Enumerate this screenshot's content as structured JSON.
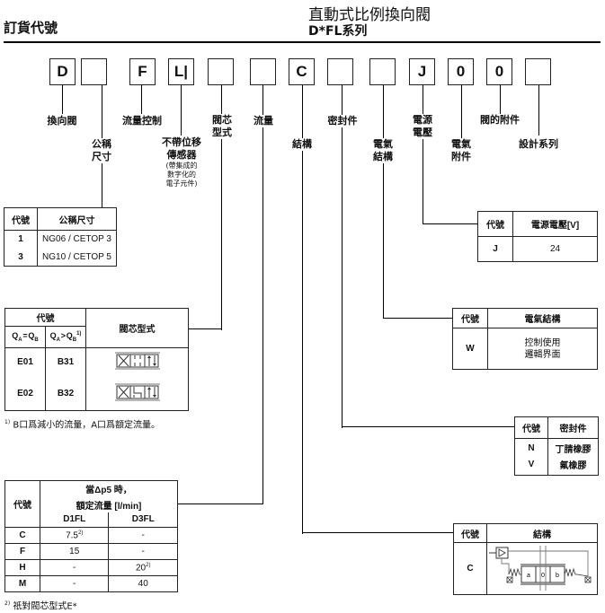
{
  "header": {
    "section_title": "訂貨代號",
    "product_title": "直動式比例換向閥",
    "series": "D*FL系列"
  },
  "code_boxes": [
    "D",
    "",
    "F",
    "L|",
    "",
    "",
    "C",
    "",
    "",
    "J",
    "0",
    "0",
    ""
  ],
  "labels": {
    "directional_valve": "換向閥",
    "nominal_size": [
      "公稱",
      "尺寸"
    ],
    "flow_control": "流量控制",
    "no_position_sensor": [
      "不帶位移",
      "傳感器"
    ],
    "no_position_sensor_note": [
      "(帶集成的",
      "數字化的",
      "電子元件)"
    ],
    "spool_type": [
      "閥芯",
      "型式"
    ],
    "flow": "流量",
    "construction": "結構",
    "seals": "密封件",
    "electrical_design": [
      "電氣",
      "結構"
    ],
    "supply_voltage": [
      "電源",
      "電壓"
    ],
    "electrical_accessories": [
      "電氣",
      "附件"
    ],
    "valve_accessories": "閥的附件",
    "design_series": "設計系列"
  },
  "size_table": {
    "headers": [
      "代號",
      "公稱尺寸"
    ],
    "rows": [
      [
        "1",
        "NG06 / CETOP 3"
      ],
      [
        "3",
        "NG10 / CETOP 5"
      ]
    ]
  },
  "voltage_table": {
    "headers": [
      "代號",
      "電源電壓[V]"
    ],
    "rows": [
      [
        "J",
        "24"
      ]
    ]
  },
  "spool_table": {
    "header_code": "代號",
    "header_symmetric": "QA = QB",
    "header_asymmetric": "QA > QB",
    "header_asymmetric_note": "1)",
    "header_spool": "閥芯型式",
    "rows": [
      {
        "sym": "E01",
        "asym": "B31",
        "symbol": "spool-symbol-e01"
      },
      {
        "sym": "E02",
        "asym": "B32",
        "symbol": "spool-symbol-e02"
      }
    ],
    "footnote_mark": "1)",
    "footnote": "B口爲減小的流量，A口爲額定流量。"
  },
  "electrical_table": {
    "headers": [
      "代號",
      "電氣結構"
    ],
    "rows": [
      [
        "W",
        "控制使用",
        "邏輯界面"
      ]
    ]
  },
  "seal_table": {
    "headers": [
      "代號",
      "密封件"
    ],
    "rows": [
      [
        "N",
        "丁腈橡膠"
      ],
      [
        "V",
        "氟橡膠"
      ]
    ]
  },
  "flow_table": {
    "header_code": "代號",
    "header_flow_1": "當Δp5 時，",
    "header_flow_2": "額定流量 [l/min]",
    "sub_headers": [
      "D1FL",
      "D3FL"
    ],
    "rows": [
      [
        "C",
        "7.5",
        "2)",
        "-",
        ""
      ],
      [
        "F",
        "15",
        "",
        "-",
        ""
      ],
      [
        "H",
        "-",
        "",
        "20",
        "2)"
      ],
      [
        "M",
        "-",
        "",
        "40",
        ""
      ]
    ],
    "footnote_mark": "2)",
    "footnote": "祇對閥芯型式E*"
  },
  "construction_table": {
    "headers": [
      "代號",
      "結構"
    ],
    "rows": [
      [
        "C"
      ]
    ],
    "diagram_labels": [
      "a",
      "0",
      "b"
    ]
  }
}
